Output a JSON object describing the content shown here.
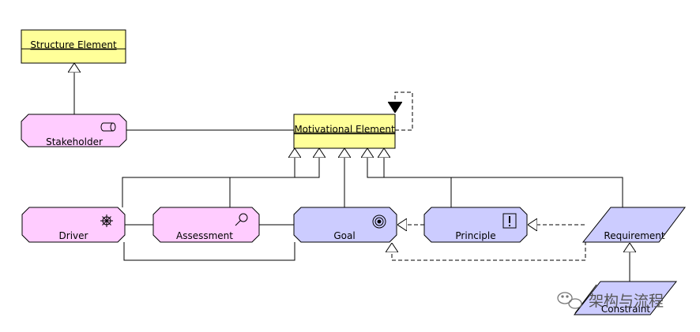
{
  "diagram": {
    "nodes": {
      "structure_element": "Structure Element",
      "stakeholder": "Stakeholder",
      "motivational_element": "Motivational Element",
      "driver": "Driver",
      "assessment": "Assessment",
      "goal": "Goal",
      "principle": "Principle",
      "requirement": "Requirement",
      "constraint": "Constraint"
    },
    "colors": {
      "pink_fill": "#ffccff",
      "lavender_fill": "#ccccff",
      "yellow_fill": "#ffff99",
      "line": "#000000"
    },
    "icons": {
      "stakeholder": "cylinder-icon",
      "driver": "wheel-icon",
      "assessment": "magnifier-icon",
      "goal": "target-icon",
      "principle": "exclamation-box-icon"
    }
  },
  "watermark": {
    "text": "架构与流程",
    "icon": "wechat-icon"
  }
}
